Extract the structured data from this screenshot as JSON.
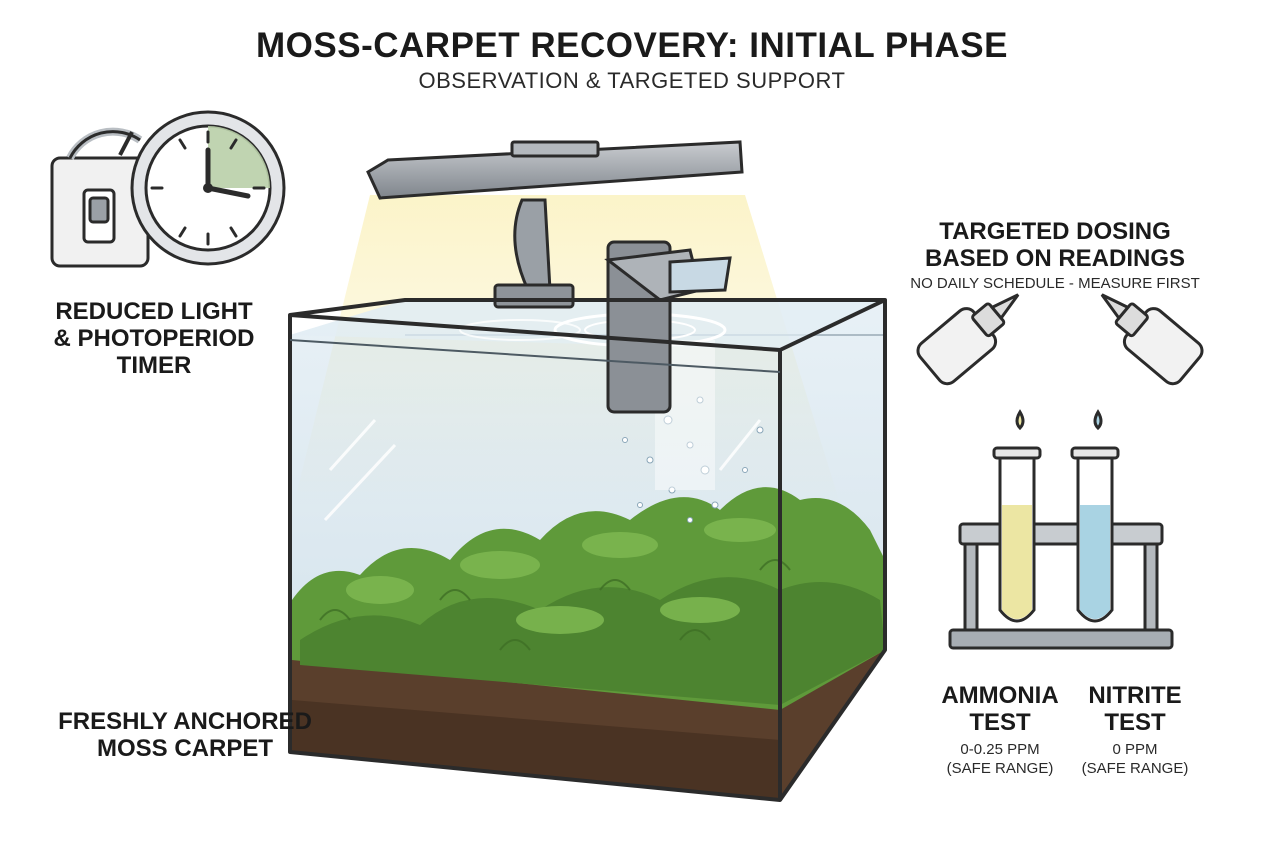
{
  "header": {
    "title": "MOSS-CARPET RECOVERY: INITIAL PHASE",
    "subtitle": "OBSERVATION & TARGETED SUPPORT"
  },
  "labels": {
    "light": {
      "line1": "REDUCED LIGHT",
      "line2": "& PHOTOPERIOD",
      "line3": "TIMER"
    },
    "moss": {
      "line1": "FRESHLY ANCHORED",
      "line2": "MOSS CARPET"
    },
    "dosing": {
      "line1": "TARGETED DOSING",
      "line2": "BASED ON READINGS",
      "note": "NO DAILY SCHEDULE - MEASURE FIRST"
    },
    "ammonia": {
      "line1": "AMMONIA",
      "line2": "TEST",
      "range": "0-0.25 PPM",
      "note": "(SAFE RANGE)"
    },
    "nitrite": {
      "line1": "NITRITE",
      "line2": "TEST",
      "range": "0 PPM",
      "note": "(SAFE RANGE)"
    }
  },
  "colors": {
    "ink": "#2b2b2b",
    "water": "#bcd4e4",
    "moss": "#5f9a3a",
    "moss_dark": "#3f6f25",
    "soil": "#5a3f2c",
    "light_beam": "#fbf3c6",
    "ammonia_liquid": "#ece6a3",
    "nitrite_liquid": "#a9d3e3",
    "timer_wedge": "#b9cfa8"
  },
  "icons": {
    "switch": "light-switch-icon",
    "clock": "timer-clock-icon",
    "lamp": "aquarium-lamp-icon",
    "filter": "hang-on-filter-icon",
    "dropper": "dropper-bottle-icon",
    "tube": "test-tube-icon"
  }
}
